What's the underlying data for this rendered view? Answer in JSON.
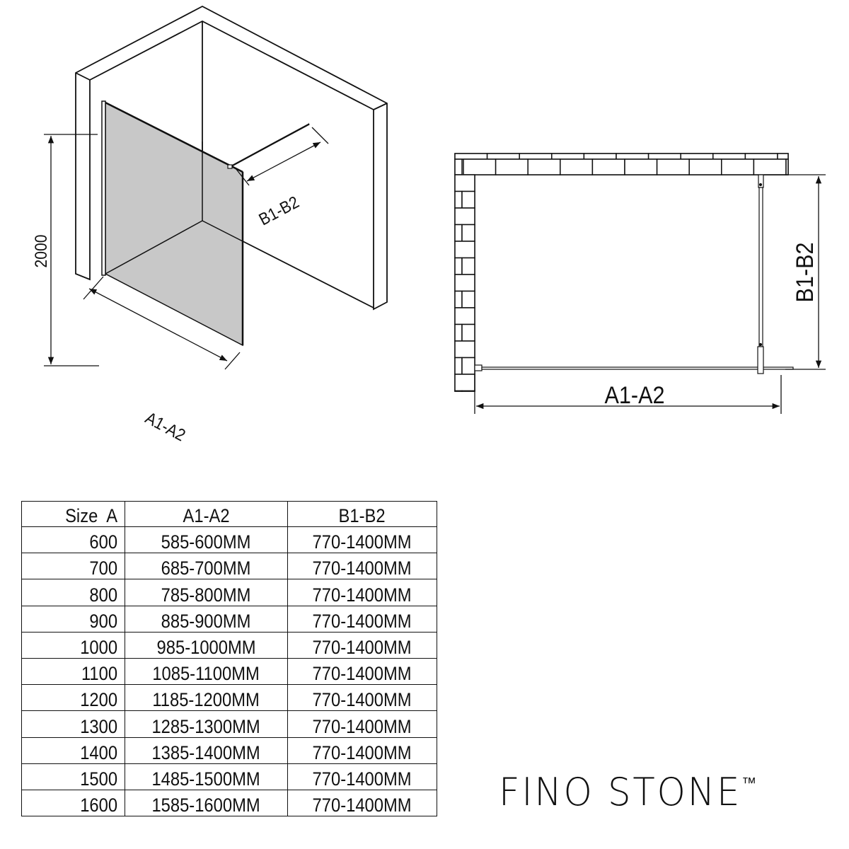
{
  "iso_view": {
    "height_label": "2000",
    "width_label": "A1-A2",
    "depth_label": "B1-B2"
  },
  "plan_view": {
    "width_label": "A1-A2",
    "depth_label": "B1-B2"
  },
  "table": {
    "headers": [
      "Size  A",
      "A1-A2",
      "B1-B2"
    ],
    "rows": [
      [
        "600",
        "585-600MM",
        "770-1400MM"
      ],
      [
        "700",
        "685-700MM",
        "770-1400MM"
      ],
      [
        "800",
        "785-800MM",
        "770-1400MM"
      ],
      [
        "900",
        "885-900MM",
        "770-1400MM"
      ],
      [
        "1000",
        "985-1000MM",
        "770-1400MM"
      ],
      [
        "1100",
        "1085-1100MM",
        "770-1400MM"
      ],
      [
        "1200",
        "1185-1200MM",
        "770-1400MM"
      ],
      [
        "1300",
        "1285-1300MM",
        "770-1400MM"
      ],
      [
        "1400",
        "1385-1400MM",
        "770-1400MM"
      ],
      [
        "1500",
        "1485-1500MM",
        "770-1400MM"
      ],
      [
        "1600",
        "1585-1600MM",
        "770-1400MM"
      ]
    ]
  },
  "brand": {
    "name": "FINO STONE",
    "trademark": "™"
  },
  "colors": {
    "glass": "#c8c8c8",
    "line": "#111111"
  }
}
